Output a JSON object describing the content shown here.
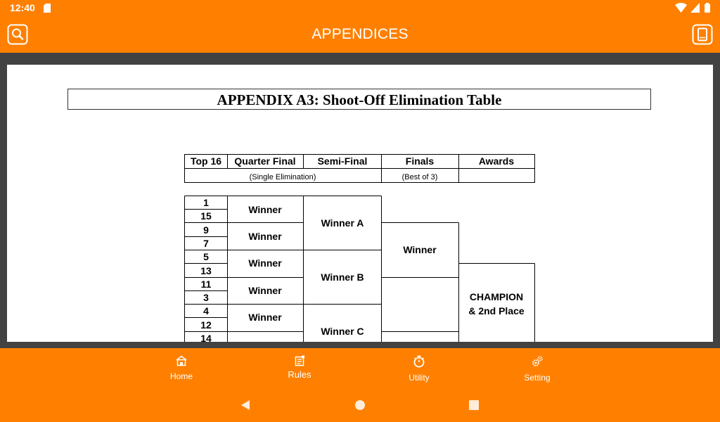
{
  "status_bar": {
    "time": "12:40"
  },
  "app_bar": {
    "title": "APPENDICES"
  },
  "document": {
    "title": "APPENDIX A3:  Shoot-Off Elimination Table",
    "table_headers": [
      "Top 16",
      "Quarter Final",
      "Semi-Final",
      "Finals",
      "Awards"
    ],
    "subheaders": {
      "single_elimination": "(Single Elimination)",
      "best_of_3": "(Best of 3)"
    },
    "seeds": [
      "1",
      "15",
      "9",
      "7",
      "5",
      "13",
      "11",
      "3",
      "4",
      "12",
      "14"
    ],
    "quarter_final": [
      "Winner",
      "Winner",
      "Winner",
      "Winner",
      "Winner"
    ],
    "semi_final": [
      "Winner A",
      "Winner B",
      "Winner C"
    ],
    "finals": [
      "Winner"
    ],
    "awards": {
      "line1": "CHAMPION",
      "line2": "& 2nd Place"
    }
  },
  "bottom_nav": {
    "items": [
      {
        "label": "Home",
        "icon": "home-icon"
      },
      {
        "label": "Rules",
        "icon": "rules-icon"
      },
      {
        "label": "Utility",
        "icon": "stopwatch-icon"
      },
      {
        "label": "Setting",
        "icon": "gear-icon"
      }
    ],
    "active": "Rules"
  },
  "colors": {
    "accent": "#ff8000",
    "viewer_bg": "#424242",
    "page": "#ffffff"
  }
}
